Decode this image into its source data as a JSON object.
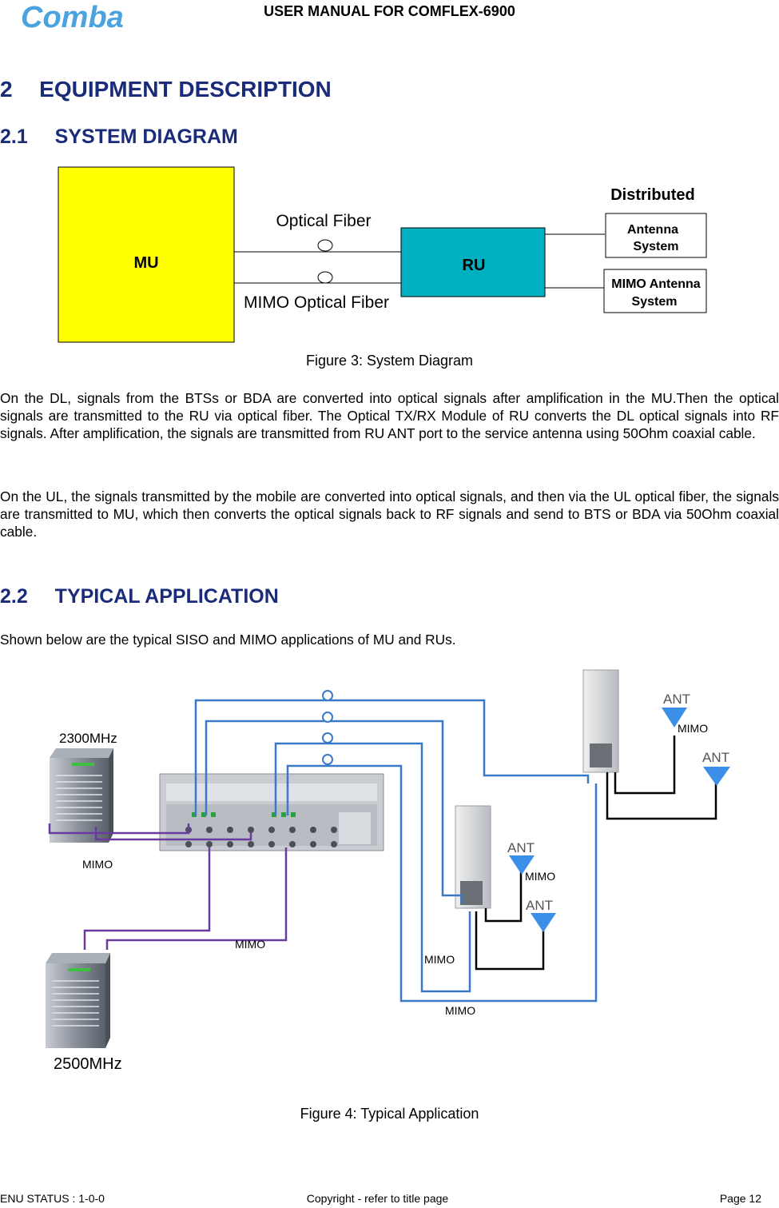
{
  "header": {
    "logo_text": "Comba",
    "title": "USER MANUAL FOR COMFLEX-6900"
  },
  "section": {
    "number": "2",
    "title": "EQUIPMENT DESCRIPTION"
  },
  "sub1": {
    "number": "2.1",
    "title": "SYSTEM DIAGRAM"
  },
  "fig3": {
    "mu": "MU",
    "ru": "RU",
    "optical_fiber": "Optical Fiber",
    "mimo_optical_fiber": "MIMO Optical Fiber",
    "distributed": "Distributed",
    "antenna_line1": "Antenna",
    "antenna_line2": "System",
    "mimo_antenna_line1": "MIMO Antenna",
    "mimo_antenna_line2": "System",
    "caption": "Figure 3: System Diagram",
    "colors": {
      "mu": "#ffff00",
      "ru": "#00b0c0"
    }
  },
  "para1": "On the DL, signals from the BTSs or BDA are converted into optical signals after amplification in the MU.Then the optical signals are transmitted to the RU via optical fiber. The Optical TX/RX Module of RU converts the DL optical signals into RF signals. After amplification, the signals are transmitted from RU ANT port to the service antenna using 50Ohm coaxial cable.",
  "para2": "On the UL, the signals transmitted by the mobile are converted into optical signals, and then via the UL optical fiber, the signals are transmitted to MU, which then converts the optical signals back to RF signals and send to BTS or BDA via 50Ohm coaxial cable.",
  "sub2": {
    "number": "2.2",
    "title": "TYPICAL APPLICATION"
  },
  "para3": "Shown below are the typical SISO and MIMO applications of MU and RUs.",
  "fig4": {
    "label_2300": "2300MHz",
    "label_2500": "2500MHz",
    "mimo": "MIMO",
    "ant": "ANT",
    "caption": "Figure 4: Typical Application",
    "colors": {
      "fiber": "#3a78c8",
      "coax": "#6a3aa0",
      "ant": "#3b8fe8"
    }
  },
  "footer": {
    "status": "ENU STATUS : 1-0-0",
    "copyright": "Copyright - refer to title page",
    "page": "Page 12"
  }
}
